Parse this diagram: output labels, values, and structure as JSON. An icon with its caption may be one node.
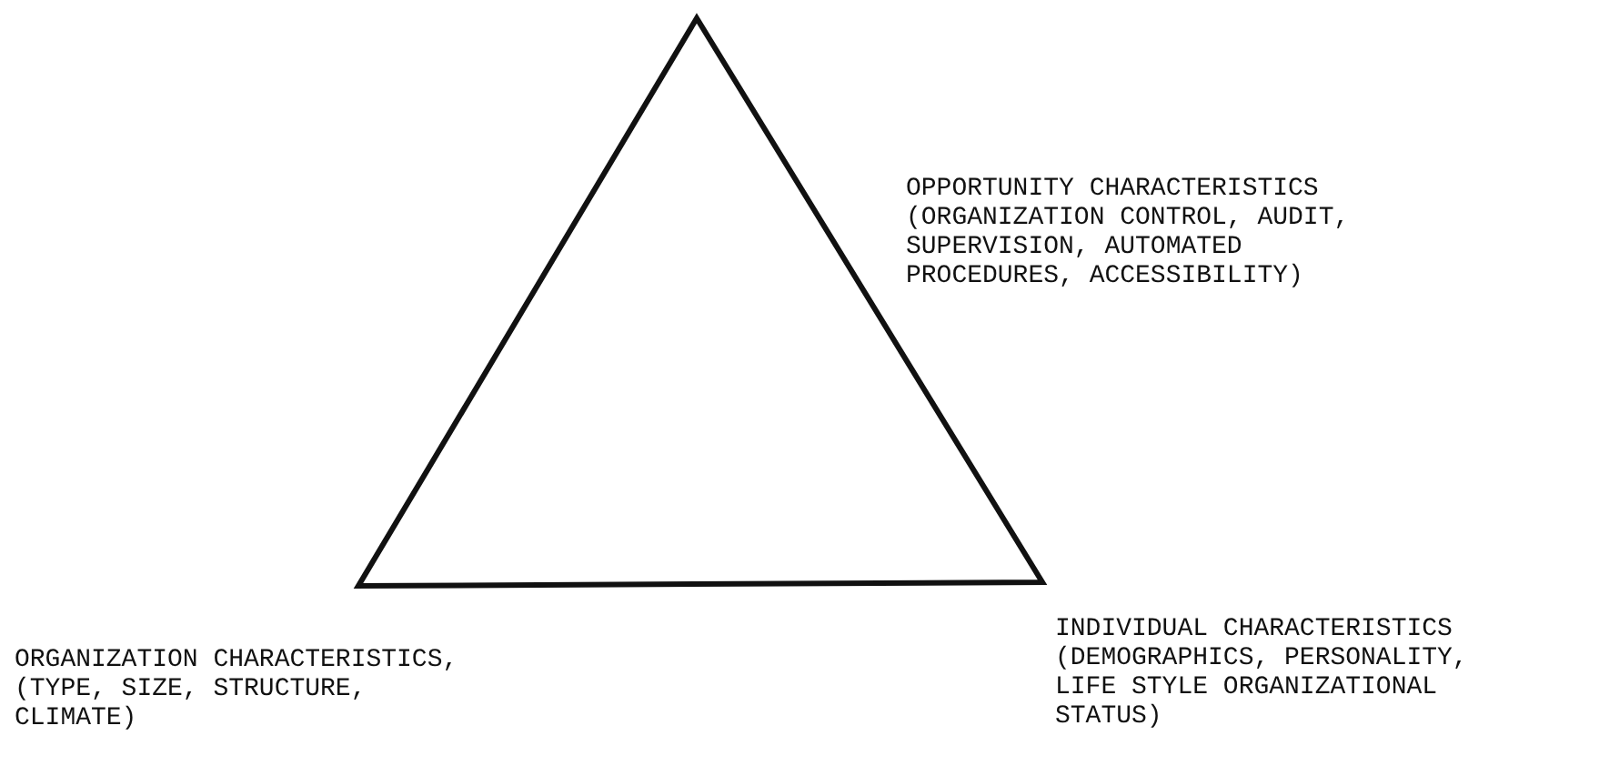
{
  "diagram": {
    "labels": [
      "OPPORTUNITY CHARACTERISTICS (ORGANIZATION CONTROL, AUDIT, SUPERVISION, AUTOMATED PROCEDURES, ACCESSIBILITY)",
      "ORGANIZATION CHARACTERISTICS, (TYPE, SIZE, STRUCTURE, CLIMATE)",
      "INDIVIDUAL CHARACTERISTICS (DEMOGRAPHICS, PERSONALITY, LIFE STYLE ORGANIZATIONAL STATUS)"
    ]
  }
}
